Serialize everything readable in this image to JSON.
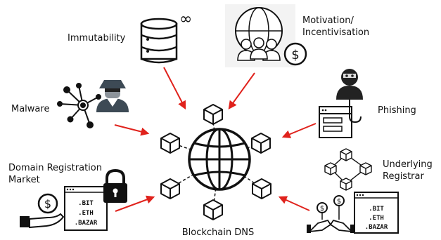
{
  "center": {
    "label": "Blockchain DNS"
  },
  "labels": {
    "immutability": "Immutability",
    "infinity": "∞",
    "motivation_line1": "Motivation/",
    "motivation_line2": "Incentivisation",
    "malware": "Malware",
    "phishing": "Phishing",
    "domain_market_line1": "Domain Registration",
    "domain_market_line2": "Market",
    "registrar_line1": "Underlying",
    "registrar_line2": "Registrar",
    "currency": "$"
  },
  "domains_left": [
    ".BIT",
    ".ETH",
    ".BAZAR"
  ],
  "domains_right": [
    ".BIT",
    ".ETH",
    ".BAZAR"
  ],
  "colors": {
    "arrow": "#e0221c",
    "ink": "#111111",
    "agent": "#3d4a55"
  }
}
